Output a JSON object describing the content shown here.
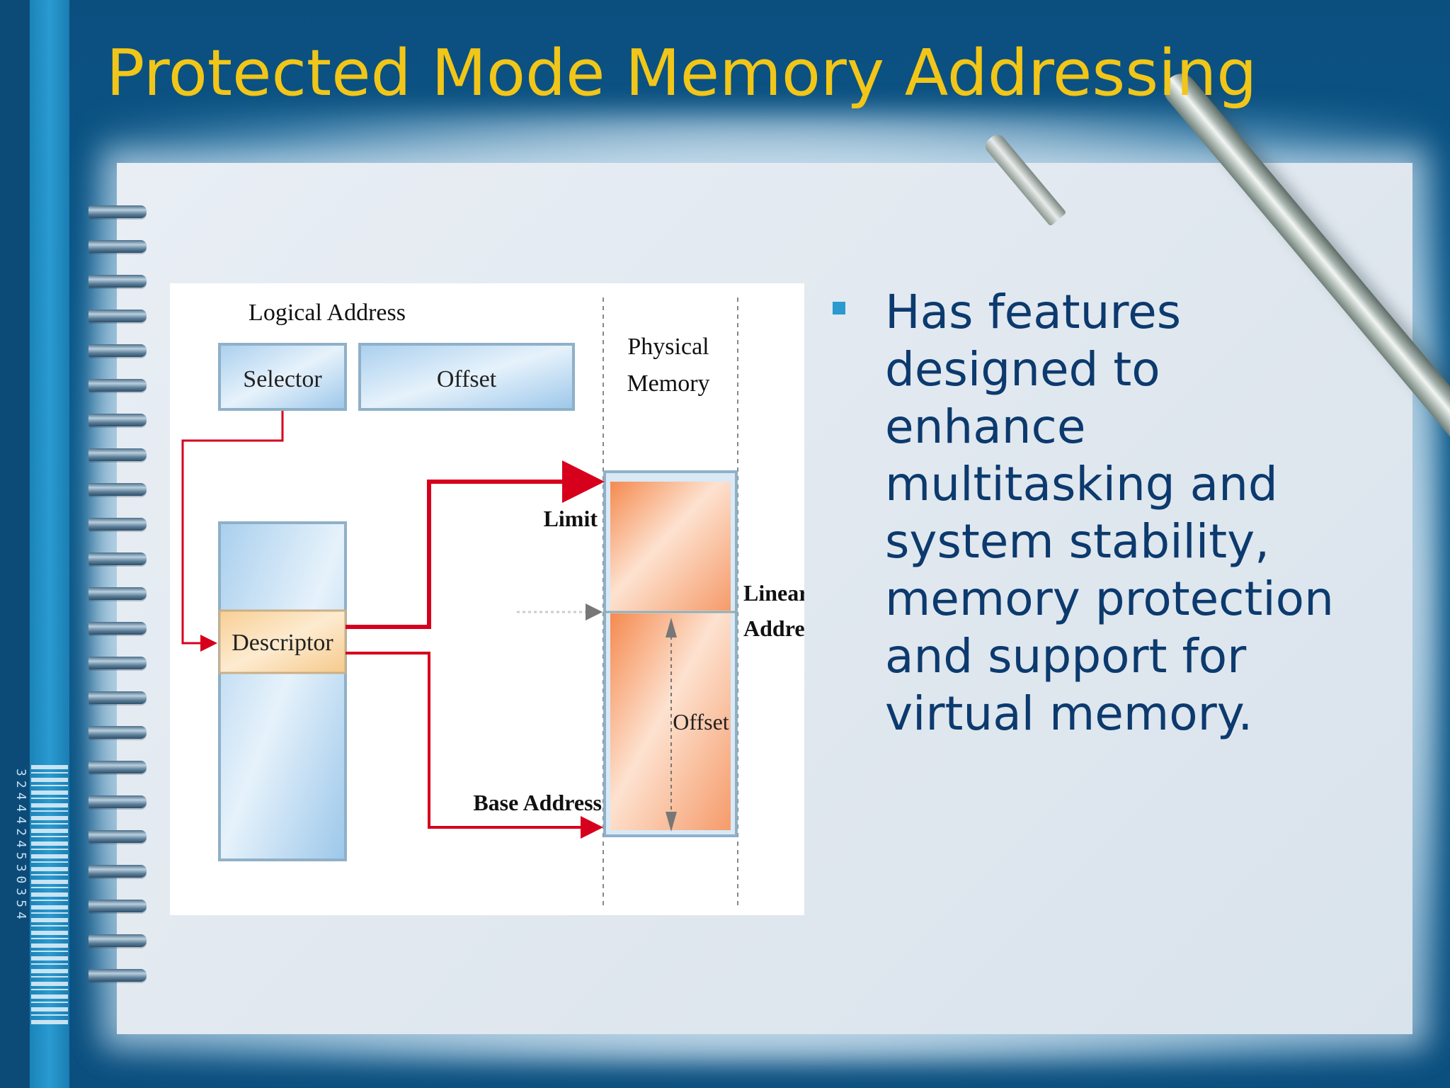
{
  "slide": {
    "title": "Protected Mode Memory Addressing",
    "bullets": [
      "Has features designed to enhance multitasking and system stability, memory protection and support for virtual memory."
    ]
  },
  "decoration": {
    "barcode_digits": "3244424530354"
  },
  "diagram": {
    "logical_address": "Logical Address",
    "selector": "Selector",
    "offset_top": "Offset",
    "physical_memory_line1": "Physical",
    "physical_memory_line2": "Memory",
    "descriptor": "Descriptor",
    "limit": "Limit",
    "linear_address_line1": "Linear",
    "linear_address_line2": "Address",
    "offset_memory": "Offset",
    "base_address": "Base Address"
  },
  "colors": {
    "title": "#f2c618",
    "bullet_text": "#0c3a6e",
    "bullet_marker": "#2a9ad0",
    "arrow_red": "#d6001c",
    "memory_orange": "#f59b6a",
    "descriptor_fill": "#f9d9a8"
  }
}
